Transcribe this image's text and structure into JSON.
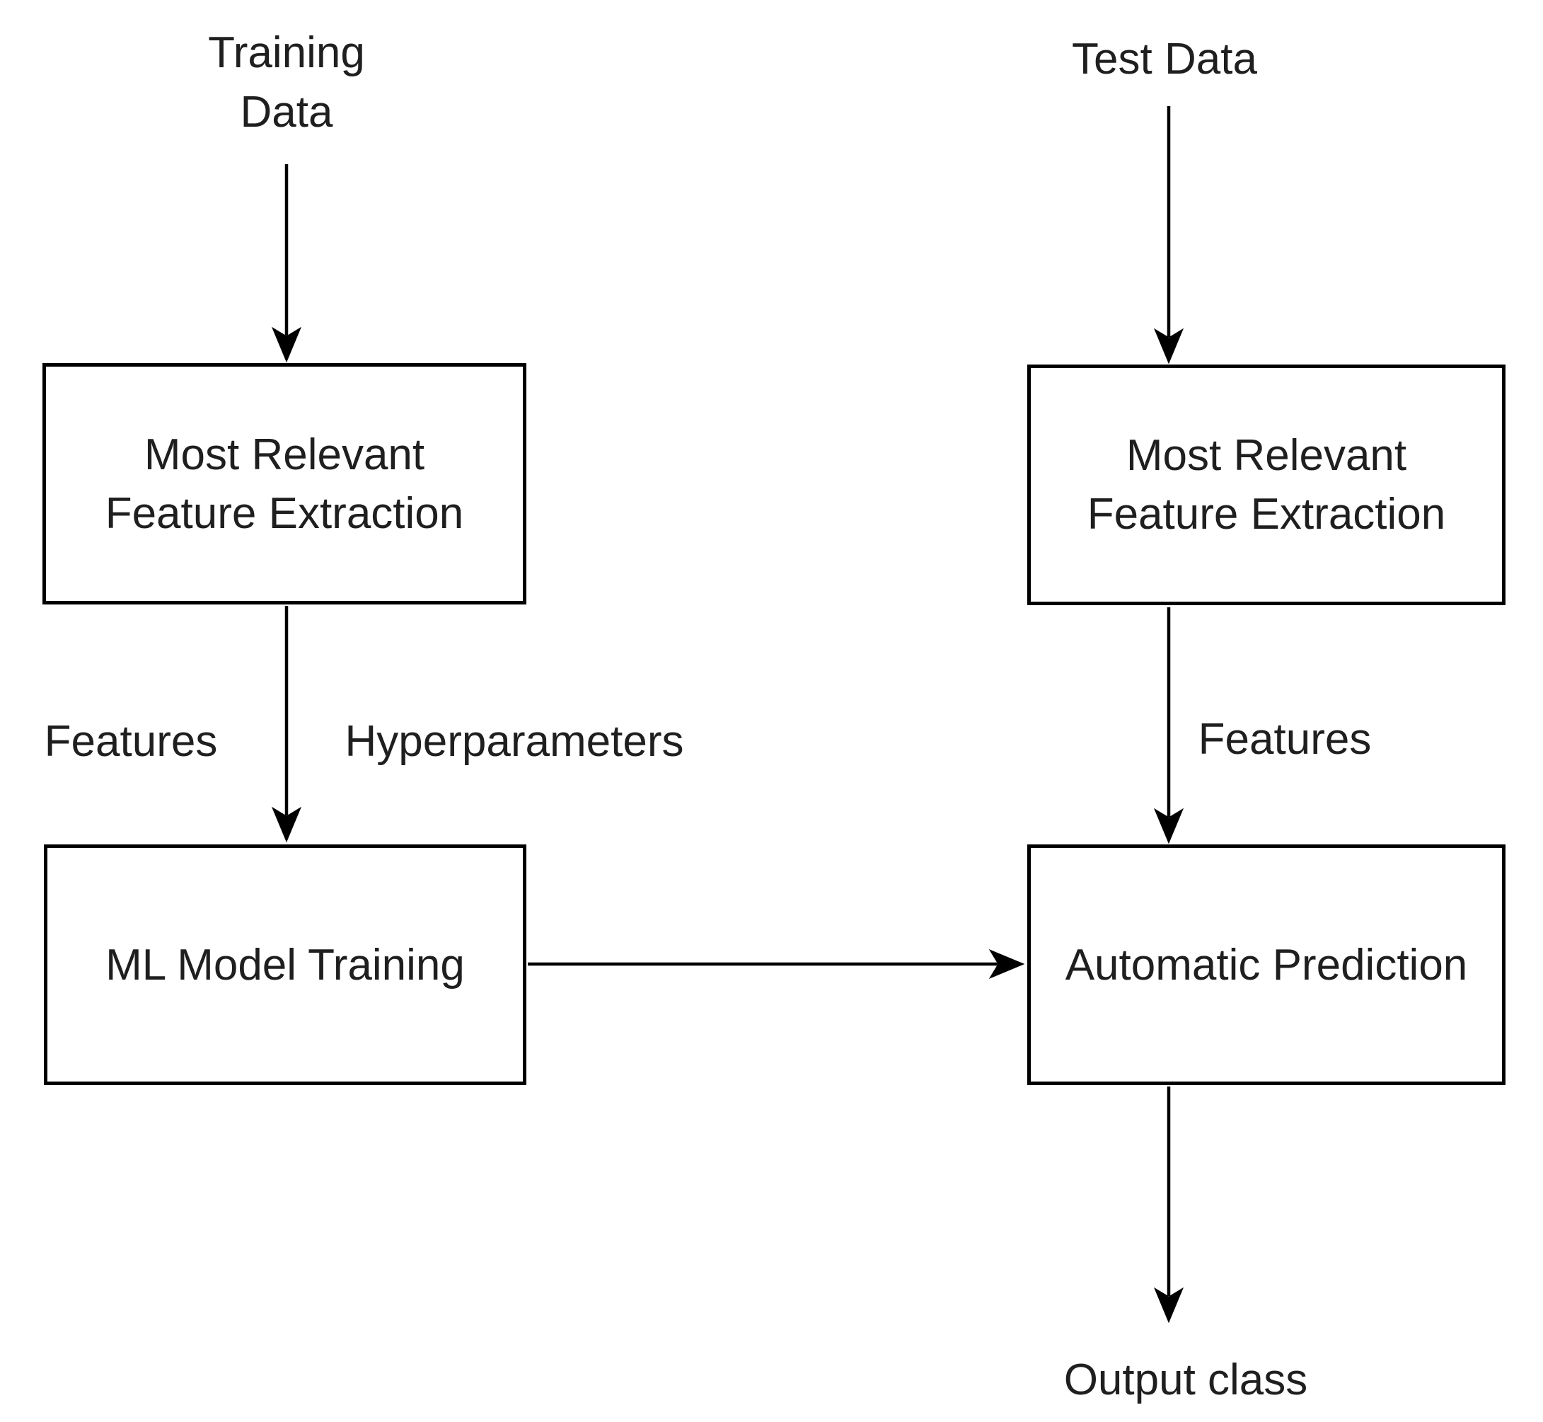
{
  "page": {
    "background": "#ffffff",
    "stroke_color": "#000000",
    "text_color": "#1f1f1f"
  },
  "labels": {
    "training_data": {
      "line1": "Training",
      "line2": "Data"
    },
    "test_data": "Test Data",
    "features_left": "Features",
    "hyperparameters": "Hyperparameters",
    "features_right": "Features",
    "output_class": "Output class"
  },
  "boxes": {
    "feature_extraction_left": {
      "line1": "Most Relevant",
      "line2": "Feature Extraction"
    },
    "ml_model_training": "ML Model Training",
    "feature_extraction_right": {
      "line1": "Most Relevant",
      "line2": "Feature Extraction"
    },
    "automatic_prediction": "Automatic Prediction"
  }
}
